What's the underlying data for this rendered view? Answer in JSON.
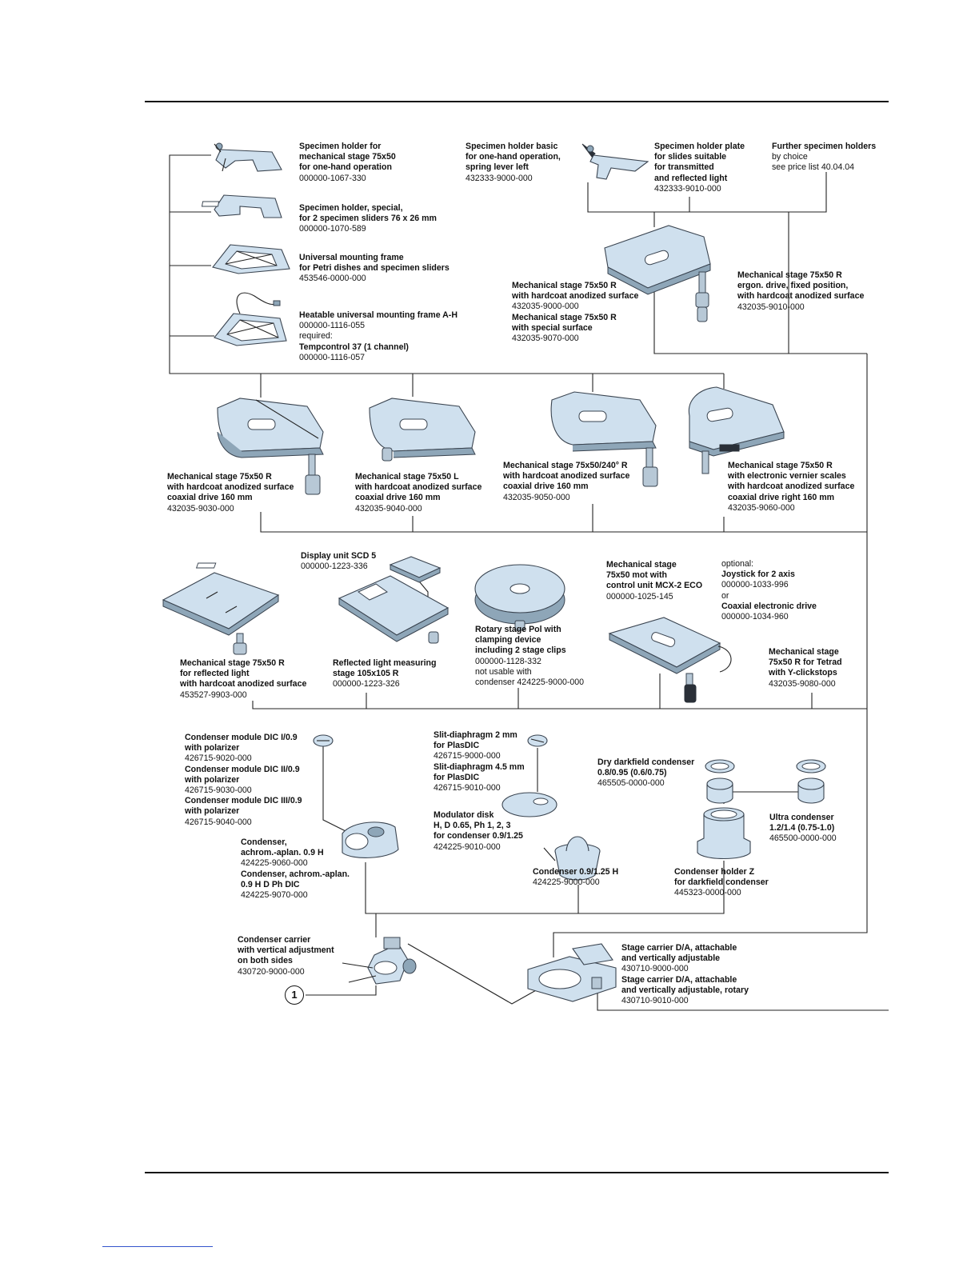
{
  "callout": "1",
  "colors": {
    "part_fill": "#cfe0ee",
    "part_stroke": "#3a4450",
    "line": "#222222"
  },
  "labels": [
    {
      "id": "l1",
      "lines": [
        {
          "t": "Specimen holder for",
          "b": true
        },
        {
          "t": "mechanical stage 75x50",
          "b": true
        },
        {
          "t": "for one-hand operation",
          "b": true
        },
        {
          "t": "000000-1067-330",
          "b": false
        }
      ]
    },
    {
      "id": "l2",
      "lines": [
        {
          "t": "Specimen holder, special,",
          "b": true
        },
        {
          "t": "for 2 specimen sliders 76 x 26 mm",
          "b": true
        },
        {
          "t": "000000-1070-589",
          "b": false
        }
      ]
    },
    {
      "id": "l3",
      "lines": [
        {
          "t": "Universal mounting frame",
          "b": true
        },
        {
          "t": "for Petri dishes and specimen sliders",
          "b": true
        },
        {
          "t": "453546-0000-000",
          "b": false
        }
      ]
    },
    {
      "id": "l4",
      "lines": [
        {
          "t": "Heatable universal mounting frame A-H",
          "b": true
        },
        {
          "t": "000000-1116-055",
          "b": false
        },
        {
          "t": "required:",
          "b": false
        },
        {
          "t": "Tempcontrol 37 (1 channel)",
          "b": true
        },
        {
          "t": "000000-1116-057",
          "b": false
        }
      ]
    },
    {
      "id": "l5",
      "lines": [
        {
          "t": "Specimen holder basic",
          "b": true
        },
        {
          "t": "for one-hand operation,",
          "b": true
        },
        {
          "t": "spring lever left",
          "b": true
        },
        {
          "t": "432333-9000-000",
          "b": false
        }
      ]
    },
    {
      "id": "l6",
      "lines": [
        {
          "t": "Specimen holder plate",
          "b": true
        },
        {
          "t": "for slides suitable",
          "b": true
        },
        {
          "t": "for transmitted",
          "b": true
        },
        {
          "t": "and reflected light",
          "b": true
        },
        {
          "t": "432333-9010-000",
          "b": false
        }
      ]
    },
    {
      "id": "l7",
      "lines": [
        {
          "t": "Further specimen holders",
          "b": true
        },
        {
          "t": "by choice",
          "b": false
        },
        {
          "t": "see price list 40.04.04",
          "b": false
        }
      ]
    },
    {
      "id": "l8",
      "lines": [
        {
          "t": "Mechanical stage 75x50 R",
          "b": true
        },
        {
          "t": "with hardcoat anodized surface",
          "b": true
        },
        {
          "t": "432035-9000-000",
          "b": false
        },
        {
          "t": "Mechanical stage 75x50 R",
          "b": true
        },
        {
          "t": "with special surface",
          "b": true
        },
        {
          "t": "432035-9070-000",
          "b": false
        }
      ]
    },
    {
      "id": "l9",
      "lines": [
        {
          "t": "Mechanical stage 75x50 R",
          "b": true
        },
        {
          "t": "ergon. drive, fixed position,",
          "b": true
        },
        {
          "t": "with hardcoat anodized surface",
          "b": true
        },
        {
          "t": "432035-9010-000",
          "b": false
        }
      ]
    },
    {
      "id": "l10",
      "lines": [
        {
          "t": "Mechanical stage 75x50 R",
          "b": true
        },
        {
          "t": "with hardcoat anodized surface",
          "b": true
        },
        {
          "t": "coaxial drive 160 mm",
          "b": true
        },
        {
          "t": "432035-9030-000",
          "b": false
        }
      ]
    },
    {
      "id": "l11",
      "lines": [
        {
          "t": "Mechanical stage 75x50 L",
          "b": true
        },
        {
          "t": "with hardcoat anodized surface",
          "b": true
        },
        {
          "t": "coaxial drive 160 mm",
          "b": true
        },
        {
          "t": "432035-9040-000",
          "b": false
        }
      ]
    },
    {
      "id": "l12",
      "lines": [
        {
          "t": "Mechanical stage 75x50/240° R",
          "b": true
        },
        {
          "t": "with hardcoat anodized surface",
          "b": true
        },
        {
          "t": "coaxial drive 160 mm",
          "b": true
        },
        {
          "t": "432035-9050-000",
          "b": false
        }
      ]
    },
    {
      "id": "l13",
      "lines": [
        {
          "t": "Mechanical stage 75x50 R",
          "b": true
        },
        {
          "t": "with electronic vernier scales",
          "b": true
        },
        {
          "t": "with hardcoat anodized surface",
          "b": true
        },
        {
          "t": "coaxial drive right 160 mm",
          "b": true
        },
        {
          "t": "432035-9060-000",
          "b": false
        }
      ]
    },
    {
      "id": "l14",
      "lines": [
        {
          "t": "Display unit SCD 5",
          "b": true
        },
        {
          "t": "000000-1223-336",
          "b": false
        }
      ]
    },
    {
      "id": "l15",
      "lines": [
        {
          "t": "Mechanical stage",
          "b": true
        },
        {
          "t": "75x50 mot with",
          "b": true
        },
        {
          "t": "control unit MCX-2 ECO",
          "b": true
        },
        {
          "t": "000000-1025-145",
          "b": false
        }
      ]
    },
    {
      "id": "l16",
      "lines": [
        {
          "t": "optional:",
          "b": false
        },
        {
          "t": "Joystick for 2 axis",
          "b": true
        },
        {
          "t": "000000-1033-996",
          "b": false
        },
        {
          "t": "or",
          "b": false
        },
        {
          "t": "Coaxial electronic drive",
          "b": true
        },
        {
          "t": "000000-1034-960",
          "b": false
        }
      ]
    },
    {
      "id": "l17",
      "lines": [
        {
          "t": "Mechanical stage 75x50 R",
          "b": true
        },
        {
          "t": "for reflected light",
          "b": true
        },
        {
          "t": "with hardcoat anodized surface",
          "b": true
        },
        {
          "t": "453527-9903-000",
          "b": false
        }
      ]
    },
    {
      "id": "l18",
      "lines": [
        {
          "t": "Reflected light measuring",
          "b": true
        },
        {
          "t": "stage 105x105 R",
          "b": true
        },
        {
          "t": "000000-1223-326",
          "b": false
        }
      ]
    },
    {
      "id": "l19",
      "lines": [
        {
          "t": "Rotary stage Pol with",
          "b": true
        },
        {
          "t": "clamping device",
          "b": true
        },
        {
          "t": "including 2 stage clips",
          "b": true
        },
        {
          "t": "000000-1128-332",
          "b": false
        },
        {
          "t": "not usable with",
          "b": false
        },
        {
          "t": "condenser 424225-9000-000",
          "b": false
        }
      ]
    },
    {
      "id": "l20",
      "lines": [
        {
          "t": "Mechanical stage",
          "b": true
        },
        {
          "t": "75x50 R for Tetrad",
          "b": true
        },
        {
          "t": "with Y-clickstops",
          "b": true
        },
        {
          "t": "432035-9080-000",
          "b": false
        }
      ]
    },
    {
      "id": "l21",
      "lines": [
        {
          "t": "Condenser module DIC I/0.9",
          "b": true
        },
        {
          "t": "with polarizer",
          "b": true
        },
        {
          "t": "426715-9020-000",
          "b": false
        },
        {
          "t": "Condenser module DIC II/0.9",
          "b": true
        },
        {
          "t": "with polarizer",
          "b": true
        },
        {
          "t": "426715-9030-000",
          "b": false
        },
        {
          "t": "Condenser module DIC III/0.9",
          "b": true
        },
        {
          "t": "with polarizer",
          "b": true
        },
        {
          "t": "426715-9040-000",
          "b": false
        }
      ]
    },
    {
      "id": "l22",
      "lines": [
        {
          "t": "Slit-diaphragm 2 mm",
          "b": true
        },
        {
          "t": "for PlasDIC",
          "b": true
        },
        {
          "t": "426715-9000-000",
          "b": false
        },
        {
          "t": "Slit-diaphragm 4.5 mm",
          "b": true
        },
        {
          "t": "for PlasDIC",
          "b": true
        },
        {
          "t": "426715-9010-000",
          "b": false
        }
      ]
    },
    {
      "id": "l23",
      "lines": [
        {
          "t": "Dry darkfield condenser",
          "b": true
        },
        {
          "t": "0.8/0.95 (0.6/0.75)",
          "b": true
        },
        {
          "t": "465505-0000-000",
          "b": false
        }
      ]
    },
    {
      "id": "l24",
      "lines": [
        {
          "t": "Modulator disk",
          "b": true
        },
        {
          "t": "H, D 0.65, Ph 1, 2, 3",
          "b": true
        },
        {
          "t": "for condenser 0.9/1.25",
          "b": true
        },
        {
          "t": "424225-9010-000",
          "b": false
        }
      ]
    },
    {
      "id": "l25",
      "lines": [
        {
          "t": "Ultra condenser",
          "b": true
        },
        {
          "t": "1.2/1.4 (0.75-1.0)",
          "b": true
        },
        {
          "t": "465500-0000-000",
          "b": false
        }
      ]
    },
    {
      "id": "l26",
      "lines": [
        {
          "t": "Condenser,",
          "b": true
        },
        {
          "t": "achrom.-aplan. 0.9 H",
          "b": true
        },
        {
          "t": "424225-9060-000",
          "b": false
        },
        {
          "t": "Condenser, achrom.-aplan.",
          "b": true
        },
        {
          "t": "0.9 H D Ph DIC",
          "b": true
        },
        {
          "t": "424225-9070-000",
          "b": false
        }
      ]
    },
    {
      "id": "l27",
      "lines": [
        {
          "t": "Condenser 0.9/1.25 H",
          "b": true
        },
        {
          "t": "424225-9000-000",
          "b": false
        }
      ]
    },
    {
      "id": "l28",
      "lines": [
        {
          "t": "Condenser holder Z",
          "b": true
        },
        {
          "t": "for darkfield condenser",
          "b": true
        },
        {
          "t": "445323-0000-000",
          "b": false
        }
      ]
    },
    {
      "id": "l29",
      "lines": [
        {
          "t": "Condenser carrier",
          "b": true
        },
        {
          "t": "with vertical adjustment",
          "b": true
        },
        {
          "t": "on both sides",
          "b": true
        },
        {
          "t": "430720-9000-000",
          "b": false
        }
      ]
    },
    {
      "id": "l30",
      "lines": [
        {
          "t": "Stage carrier D/A, attachable",
          "b": true
        },
        {
          "t": "and vertically adjustable",
          "b": true
        },
        {
          "t": "430710-9000-000",
          "b": false
        },
        {
          "t": "Stage carrier D/A, attachable",
          "b": true
        },
        {
          "t": "and vertically adjustable, rotary",
          "b": true
        },
        {
          "t": "430710-9010-000",
          "b": false
        }
      ]
    }
  ]
}
